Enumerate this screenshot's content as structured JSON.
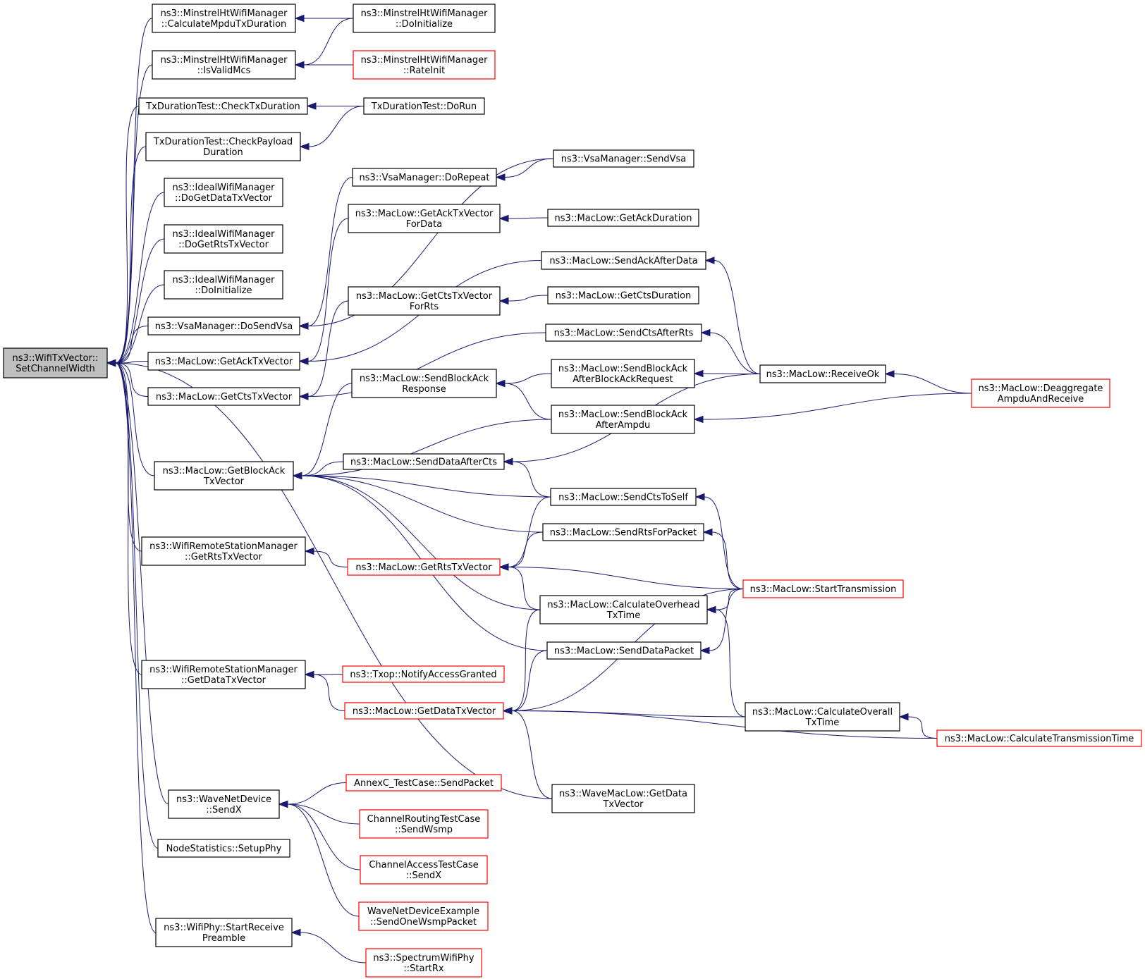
{
  "colors": {
    "edge": "#191970",
    "node_border": "#000000",
    "node_border_truncated": "#ff0000",
    "root_fill": "#bfbfbf",
    "node_fill": "#ffffff"
  },
  "nodes": [
    {
      "id": "n0",
      "lines": [
        "ns3::WifiTxVector::",
        "SetChannelWidth"
      ],
      "root": true
    },
    {
      "id": "n1",
      "lines": [
        "ns3::MinstrelHtWifiManager",
        "::CalculateMpduTxDuration"
      ]
    },
    {
      "id": "n2",
      "lines": [
        "ns3::MinstrelHtWifiManager",
        "::IsValidMcs"
      ]
    },
    {
      "id": "n3",
      "lines": [
        "TxDurationTest::CheckTxDuration"
      ]
    },
    {
      "id": "n4",
      "lines": [
        "TxDurationTest::CheckPayload",
        "Duration"
      ]
    },
    {
      "id": "n5",
      "lines": [
        "ns3::IdealWifiManager",
        "::DoGetDataTxVector"
      ]
    },
    {
      "id": "n6",
      "lines": [
        "ns3::IdealWifiManager",
        "::DoGetRtsTxVector"
      ]
    },
    {
      "id": "n7",
      "lines": [
        "ns3::IdealWifiManager",
        "::DoInitialize"
      ]
    },
    {
      "id": "n8",
      "lines": [
        "ns3::VsaManager::DoSendVsa"
      ]
    },
    {
      "id": "n9",
      "lines": [
        "ns3::MacLow::GetAckTxVector"
      ]
    },
    {
      "id": "n10",
      "lines": [
        "ns3::MacLow::GetCtsTxVector"
      ]
    },
    {
      "id": "n11",
      "lines": [
        "ns3::MacLow::GetBlockAck",
        "TxVector"
      ]
    },
    {
      "id": "n12",
      "lines": [
        "ns3::WifiRemoteStationManager",
        "::GetRtsTxVector"
      ]
    },
    {
      "id": "n13",
      "lines": [
        "ns3::WifiRemoteStationManager",
        "::GetDataTxVector"
      ]
    },
    {
      "id": "n14",
      "lines": [
        "ns3::WaveNetDevice",
        "::SendX"
      ]
    },
    {
      "id": "n15",
      "lines": [
        "NodeStatistics::SetupPhy"
      ]
    },
    {
      "id": "n16",
      "lines": [
        "ns3::WifiPhy::StartReceive",
        "Preamble"
      ]
    },
    {
      "id": "n17",
      "lines": [
        "ns3::MinstrelHtWifiManager",
        "::DoInitialize"
      ]
    },
    {
      "id": "n18",
      "lines": [
        "ns3::MinstrelHtWifiManager",
        "::RateInit"
      ],
      "truncated": true
    },
    {
      "id": "n19",
      "lines": [
        "TxDurationTest::DoRun"
      ]
    },
    {
      "id": "n20",
      "lines": [
        "ns3::VsaManager::DoRepeat"
      ]
    },
    {
      "id": "n21",
      "lines": [
        "ns3::MacLow::GetAckTxVector",
        "ForData"
      ]
    },
    {
      "id": "n22",
      "lines": [
        "ns3::MacLow::GetCtsTxVector",
        "ForRts"
      ]
    },
    {
      "id": "n23",
      "lines": [
        "ns3::MacLow::SendBlockAck",
        "Response"
      ]
    },
    {
      "id": "n24",
      "lines": [
        "ns3::MacLow::SendDataAfterCts"
      ]
    },
    {
      "id": "n25",
      "lines": [
        "ns3::MacLow::GetRtsTxVector"
      ],
      "truncated": true
    },
    {
      "id": "n26",
      "lines": [
        "ns3::Txop::NotifyAccessGranted"
      ],
      "truncated": true
    },
    {
      "id": "n27",
      "lines": [
        "ns3::MacLow::GetDataTxVector"
      ],
      "truncated": true
    },
    {
      "id": "n28",
      "lines": [
        "AnnexC_TestCase::SendPacket"
      ],
      "truncated": true
    },
    {
      "id": "n29",
      "lines": [
        "ChannelRoutingTestCase",
        "::SendWsmp"
      ],
      "truncated": true
    },
    {
      "id": "n30",
      "lines": [
        "ChannelAccessTestCase",
        "::SendX"
      ],
      "truncated": true
    },
    {
      "id": "n31",
      "lines": [
        "WaveNetDeviceExample",
        "::SendOneWsmpPacket"
      ],
      "truncated": true
    },
    {
      "id": "n32",
      "lines": [
        "ns3::SpectrumWifiPhy",
        "::StartRx"
      ],
      "truncated": true
    },
    {
      "id": "n33",
      "lines": [
        "ns3::VsaManager::SendVsa"
      ]
    },
    {
      "id": "n34",
      "lines": [
        "ns3::MacLow::GetAckDuration"
      ]
    },
    {
      "id": "n35",
      "lines": [
        "ns3::MacLow::SendAckAfterData"
      ]
    },
    {
      "id": "n36",
      "lines": [
        "ns3::MacLow::GetCtsDuration"
      ]
    },
    {
      "id": "n37",
      "lines": [
        "ns3::MacLow::SendCtsAfterRts"
      ]
    },
    {
      "id": "n38",
      "lines": [
        "ns3::MacLow::SendBlockAck",
        "AfterBlockAckRequest"
      ]
    },
    {
      "id": "n39",
      "lines": [
        "ns3::MacLow::SendBlockAck",
        "AfterAmpdu"
      ]
    },
    {
      "id": "n40",
      "lines": [
        "ns3::MacLow::SendCtsToSelf"
      ]
    },
    {
      "id": "n41",
      "lines": [
        "ns3::MacLow::SendRtsForPacket"
      ]
    },
    {
      "id": "n42",
      "lines": [
        "ns3::MacLow::CalculateOverhead",
        "TxTime"
      ]
    },
    {
      "id": "n43",
      "lines": [
        "ns3::MacLow::SendDataPacket"
      ]
    },
    {
      "id": "n44",
      "lines": [
        "ns3::WaveMacLow::GetData",
        "TxVector"
      ]
    },
    {
      "id": "n45",
      "lines": [
        "ns3::MacLow::ReceiveOk"
      ]
    },
    {
      "id": "n46",
      "lines": [
        "ns3::MacLow::StartTransmission"
      ],
      "truncated": true
    },
    {
      "id": "n47",
      "lines": [
        "ns3::MacLow::CalculateOverall",
        "TxTime"
      ]
    },
    {
      "id": "n48",
      "lines": [
        "ns3::MacLow::Deaggregate",
        "AmpduAndReceive"
      ],
      "truncated": true
    },
    {
      "id": "n49",
      "lines": [
        "ns3::MacLow::CalculateTransmissionTime"
      ],
      "truncated": true
    }
  ],
  "edges": [
    {
      "from": "n0",
      "to": "n1"
    },
    {
      "from": "n0",
      "to": "n2"
    },
    {
      "from": "n0",
      "to": "n3"
    },
    {
      "from": "n0",
      "to": "n4"
    },
    {
      "from": "n0",
      "to": "n5"
    },
    {
      "from": "n0",
      "to": "n6"
    },
    {
      "from": "n0",
      "to": "n7"
    },
    {
      "from": "n0",
      "to": "n8"
    },
    {
      "from": "n0",
      "to": "n9"
    },
    {
      "from": "n0",
      "to": "n10"
    },
    {
      "from": "n0",
      "to": "n11"
    },
    {
      "from": "n0",
      "to": "n12"
    },
    {
      "from": "n0",
      "to": "n13"
    },
    {
      "from": "n0",
      "to": "n44"
    },
    {
      "from": "n0",
      "to": "n14"
    },
    {
      "from": "n0",
      "to": "n15"
    },
    {
      "from": "n0",
      "to": "n16"
    },
    {
      "from": "n1",
      "to": "n17"
    },
    {
      "from": "n2",
      "to": "n17"
    },
    {
      "from": "n2",
      "to": "n18"
    },
    {
      "from": "n3",
      "to": "n19"
    },
    {
      "from": "n4",
      "to": "n19"
    },
    {
      "from": "n8",
      "to": "n20"
    },
    {
      "from": "n8",
      "to": "n33"
    },
    {
      "from": "n20",
      "to": "n33"
    },
    {
      "from": "n9",
      "to": "n21"
    },
    {
      "from": "n9",
      "to": "n35"
    },
    {
      "from": "n21",
      "to": "n34"
    },
    {
      "from": "n10",
      "to": "n22"
    },
    {
      "from": "n10",
      "to": "n37"
    },
    {
      "from": "n22",
      "to": "n36"
    },
    {
      "from": "n11",
      "to": "n23"
    },
    {
      "from": "n11",
      "to": "n39"
    },
    {
      "from": "n11",
      "to": "n24"
    },
    {
      "from": "n11",
      "to": "n40"
    },
    {
      "from": "n11",
      "to": "n41"
    },
    {
      "from": "n11",
      "to": "n42"
    },
    {
      "from": "n11",
      "to": "n43"
    },
    {
      "from": "n23",
      "to": "n38"
    },
    {
      "from": "n23",
      "to": "n39"
    },
    {
      "from": "n24",
      "to": "n45"
    },
    {
      "from": "n24",
      "to": "n40"
    },
    {
      "from": "n35",
      "to": "n45"
    },
    {
      "from": "n37",
      "to": "n45"
    },
    {
      "from": "n38",
      "to": "n45"
    },
    {
      "from": "n39",
      "to": "n48"
    },
    {
      "from": "n45",
      "to": "n48"
    },
    {
      "from": "n12",
      "to": "n25"
    },
    {
      "from": "n25",
      "to": "n40"
    },
    {
      "from": "n25",
      "to": "n41"
    },
    {
      "from": "n25",
      "to": "n46"
    },
    {
      "from": "n25",
      "to": "n42"
    },
    {
      "from": "n40",
      "to": "n46"
    },
    {
      "from": "n41",
      "to": "n46"
    },
    {
      "from": "n42",
      "to": "n46"
    },
    {
      "from": "n42",
      "to": "n47"
    },
    {
      "from": "n43",
      "to": "n46"
    },
    {
      "from": "n13",
      "to": "n26"
    },
    {
      "from": "n13",
      "to": "n27"
    },
    {
      "from": "n27",
      "to": "n42"
    },
    {
      "from": "n27",
      "to": "n43"
    },
    {
      "from": "n27",
      "to": "n46"
    },
    {
      "from": "n27",
      "to": "n47"
    },
    {
      "from": "n27",
      "to": "n49"
    },
    {
      "from": "n27",
      "to": "n44"
    },
    {
      "from": "n47",
      "to": "n49"
    },
    {
      "from": "n14",
      "to": "n28"
    },
    {
      "from": "n14",
      "to": "n29"
    },
    {
      "from": "n14",
      "to": "n30"
    },
    {
      "from": "n14",
      "to": "n31"
    },
    {
      "from": "n16",
      "to": "n32"
    }
  ]
}
